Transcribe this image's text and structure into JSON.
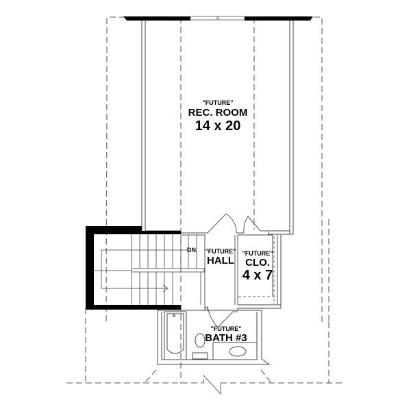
{
  "plan": {
    "colors": {
      "wall": "#000000",
      "line": "#555555",
      "dash": "#777777",
      "background": "#ffffff"
    },
    "rooms": [
      {
        "id": "rec-room",
        "status": "\"FUTURE\"",
        "name": "REC. ROOM",
        "size": "14 x 20"
      },
      {
        "id": "hall",
        "status": "\"FUTURE\"",
        "name": "HALL"
      },
      {
        "id": "closet",
        "status": "\"FUTURE\"",
        "name": "CLO.",
        "size": "4 x 7"
      },
      {
        "id": "bath",
        "status": "\"FUTURE\"",
        "name": "BATH #3"
      }
    ],
    "stairs": {
      "label": "DN."
    }
  }
}
